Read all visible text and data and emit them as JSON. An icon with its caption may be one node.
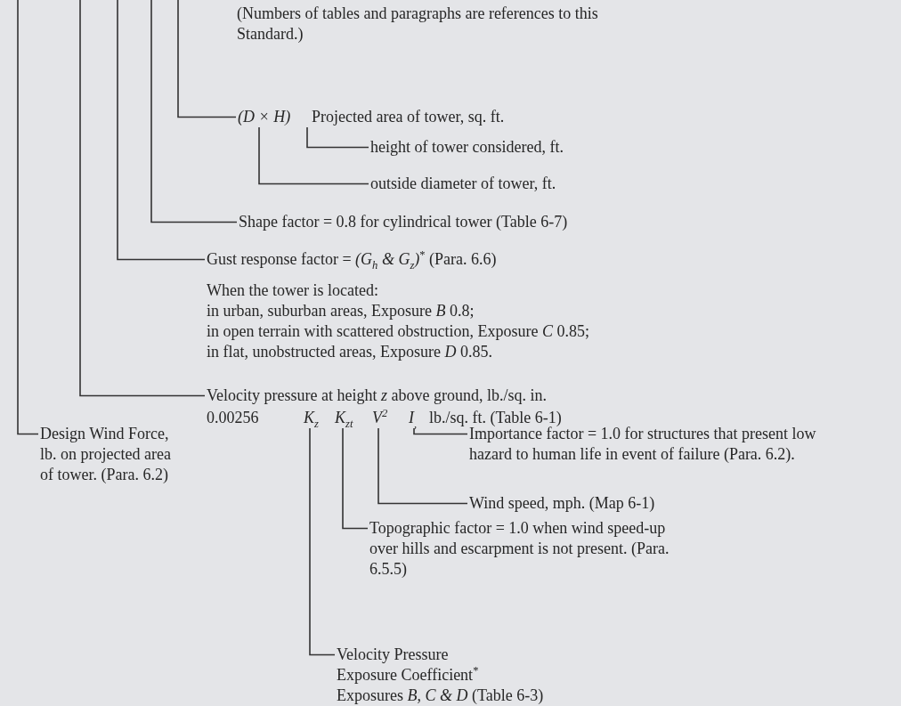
{
  "diagram": {
    "nodes": [
      {
        "text": [
          "(D × H)"
        ]
      },
      {
        "text": [
          "height of tower considered, ft."
        ]
      },
      {
        "text": [
          "outside diameter of tower, ft."
        ]
      },
      {
        "text": [
          "Shape factor = 0.8 for cylindrical tower (Table 6-7)"
        ]
      },
      {
        "text": [
          "Gust response factor = *(G$_{h}$ & G$_{z}$)*$^{*}$ (Para. 6.6)",
          "When the tower is located:",
          "in urban, suburban areas, Exposure *B* 0.8;",
          "in open  terrain with scattered obstruction, Exposure *C* 0.85;",
          "in flat, unobstructed areas, Exposure *D* 0.85."
        ]
      },
      {
        "text": [
          "Velocity pressure at height *z* above ground, lb./sq. in."
        ]
      },
      {
        "text": [
          "K$_{z}$"
        ]
      },
      {
        "text": [
          "K$_{zt}$"
        ]
      },
      {
        "text": [
          "V$^{2}$"
        ]
      },
      {
        "text": [
          "I$_{,}$"
        ]
      },
      {
        "text": [
          "Design Wind Force, lb. on projected area of tower. (Para. 6.2)"
        ]
      },
      {
        "text": [
          "Importance factor = 1.0 for structures that present low hazard to human life in event of failure (Para. 6.2)."
        ]
      },
      {
        "text": [
          "Wind speed, mph. (Map 6-1)"
        ]
      },
      {
        "text": [
          "Topographic factor = 1.0 when wind speed-up over hills and escarpment is not present. (Para. 6.5.5)"
        ]
      },
      {
        "text": [
          "Velocity Pressure Exposure Coefficient$^{*}$",
          "Exposures *B, C & D* (Table 6-3)"
        ]
      }
    ],
    "edges": [
      {
        "from": 10,
        "to": null,
        "arrow": "none"
      },
      {
        "from": 5,
        "to": null,
        "arrow": "none"
      },
      {
        "from": 4,
        "to": null,
        "arrow": "none"
      },
      {
        "from": 3,
        "to": null,
        "arrow": "none"
      },
      {
        "from": 0,
        "to": null,
        "arrow": "none"
      },
      {
        "from": 1,
        "to": 0,
        "arrow": "none"
      },
      {
        "from": 2,
        "to": 0,
        "arrow": "none"
      },
      {
        "from": 11,
        "to": 9,
        "arrow": "none"
      },
      {
        "from": 12,
        "to": 8,
        "arrow": "none"
      },
      {
        "from": 13,
        "to": 7,
        "arrow": "none"
      },
      {
        "from": 14,
        "to": 6,
        "arrow": "none"
      }
    ],
    "labels": [
      "Projected area of tower, sq. ft.",
      "(Numbers of tables and paragraphs are references to this Standard.)",
      "0.00256",
      "lb./sq. ft. (Table 6-1)"
    ]
  }
}
